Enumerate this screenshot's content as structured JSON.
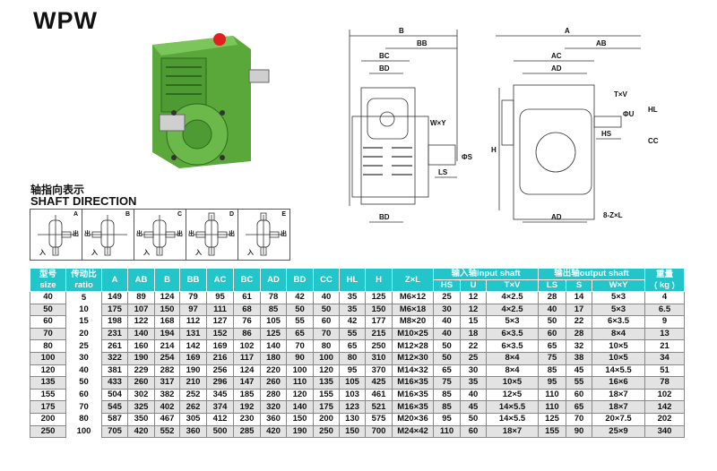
{
  "title": "WPW",
  "drawing_labels": {
    "side": {
      "B": "B",
      "BB": "BB",
      "BC": "BC",
      "BD_top": "BD",
      "BD_bottom": "BD",
      "WXY": "W×Y",
      "phiS": "ΦS",
      "LS": "LS"
    },
    "front": {
      "A": "A",
      "AB": "AB",
      "AC": "AC",
      "AD_top": "AD",
      "AD_bottom": "AD",
      "H": "H",
      "TXV": "T×V",
      "phiU": "ΦU",
      "HL": "HL",
      "HS": "HS",
      "CC": "CC",
      "ZXL": "8-Z×L"
    }
  },
  "shaft_direction": {
    "title_cn": "轴指向表示",
    "title_en": "SHAFT DIRECTION",
    "in_label": "入",
    "out_label": "出",
    "types": [
      "A",
      "B",
      "C",
      "D",
      "E"
    ]
  },
  "table": {
    "header": {
      "size": "型号",
      "size_en": "size",
      "ratio": "传动比",
      "ratio_en": "ratio",
      "cols": [
        "A",
        "AB",
        "B",
        "BB",
        "AC",
        "BC",
        "AD",
        "BD",
        "CC",
        "HL",
        "H",
        "Z×L"
      ],
      "input_shaft": "输入轴input shaft",
      "input_cols": [
        "HS",
        "U",
        "T×V"
      ],
      "output_shaft": "输出轴output shaft",
      "output_cols": [
        "LS",
        "S",
        "W×Y"
      ],
      "weight": "重量",
      "weight_unit": "( kg )"
    },
    "rows": [
      [
        "40",
        "5",
        "149",
        "89",
        "124",
        "79",
        "95",
        "61",
        "78",
        "42",
        "40",
        "35",
        "125",
        "M6×12",
        "25",
        "12",
        "4×2.5",
        "28",
        "14",
        "5×3",
        "4"
      ],
      [
        "50",
        "10",
        "175",
        "107",
        "150",
        "97",
        "111",
        "68",
        "85",
        "50",
        "50",
        "35",
        "150",
        "M6×18",
        "30",
        "12",
        "4×2.5",
        "40",
        "17",
        "5×3",
        "6.5"
      ],
      [
        "60",
        "15",
        "198",
        "122",
        "168",
        "112",
        "127",
        "76",
        "105",
        "55",
        "60",
        "42",
        "177",
        "M8×20",
        "40",
        "15",
        "5×3",
        "50",
        "22",
        "6×3.5",
        "9"
      ],
      [
        "70",
        "20",
        "231",
        "140",
        "194",
        "131",
        "152",
        "86",
        "125",
        "65",
        "70",
        "55",
        "215",
        "M10×25",
        "40",
        "18",
        "6×3.5",
        "60",
        "28",
        "8×4",
        "13"
      ],
      [
        "80",
        "25",
        "261",
        "160",
        "214",
        "142",
        "169",
        "102",
        "140",
        "70",
        "80",
        "65",
        "250",
        "M12×28",
        "50",
        "22",
        "6×3.5",
        "65",
        "32",
        "10×5",
        "21"
      ],
      [
        "100",
        "30",
        "322",
        "190",
        "254",
        "169",
        "216",
        "117",
        "180",
        "90",
        "100",
        "80",
        "310",
        "M12×30",
        "50",
        "25",
        "8×4",
        "75",
        "38",
        "10×5",
        "34"
      ],
      [
        "120",
        "40",
        "381",
        "229",
        "282",
        "190",
        "256",
        "124",
        "220",
        "100",
        "120",
        "95",
        "370",
        "M14×32",
        "65",
        "30",
        "8×4",
        "85",
        "45",
        "14×5.5",
        "51"
      ],
      [
        "135",
        "50",
        "433",
        "260",
        "317",
        "210",
        "296",
        "147",
        "260",
        "110",
        "135",
        "105",
        "425",
        "M16×35",
        "75",
        "35",
        "10×5",
        "95",
        "55",
        "16×6",
        "78"
      ],
      [
        "155",
        "60",
        "504",
        "302",
        "382",
        "252",
        "345",
        "185",
        "280",
        "120",
        "155",
        "103",
        "461",
        "M16×35",
        "85",
        "40",
        "12×5",
        "110",
        "60",
        "18×7",
        "102"
      ],
      [
        "175",
        "70",
        "545",
        "325",
        "402",
        "262",
        "374",
        "192",
        "320",
        "140",
        "175",
        "123",
        "521",
        "M16×35",
        "85",
        "45",
        "14×5.5",
        "110",
        "65",
        "18×7",
        "142"
      ],
      [
        "200",
        "80",
        "587",
        "350",
        "467",
        "305",
        "412",
        "230",
        "360",
        "150",
        "200",
        "130",
        "575",
        "M20×36",
        "95",
        "50",
        "14×5.5",
        "125",
        "70",
        "20×7.5",
        "202"
      ],
      [
        "250",
        "100",
        "705",
        "420",
        "552",
        "360",
        "500",
        "285",
        "420",
        "190",
        "250",
        "150",
        "700",
        "M24×42",
        "110",
        "60",
        "18×7",
        "155",
        "90",
        "25×9",
        "340"
      ]
    ]
  },
  "colors": {
    "header_bg": "#22c5c9",
    "row_alt": "#e3e3e3",
    "housing_green": "#5aa83a",
    "cap_red": "#e02020"
  }
}
